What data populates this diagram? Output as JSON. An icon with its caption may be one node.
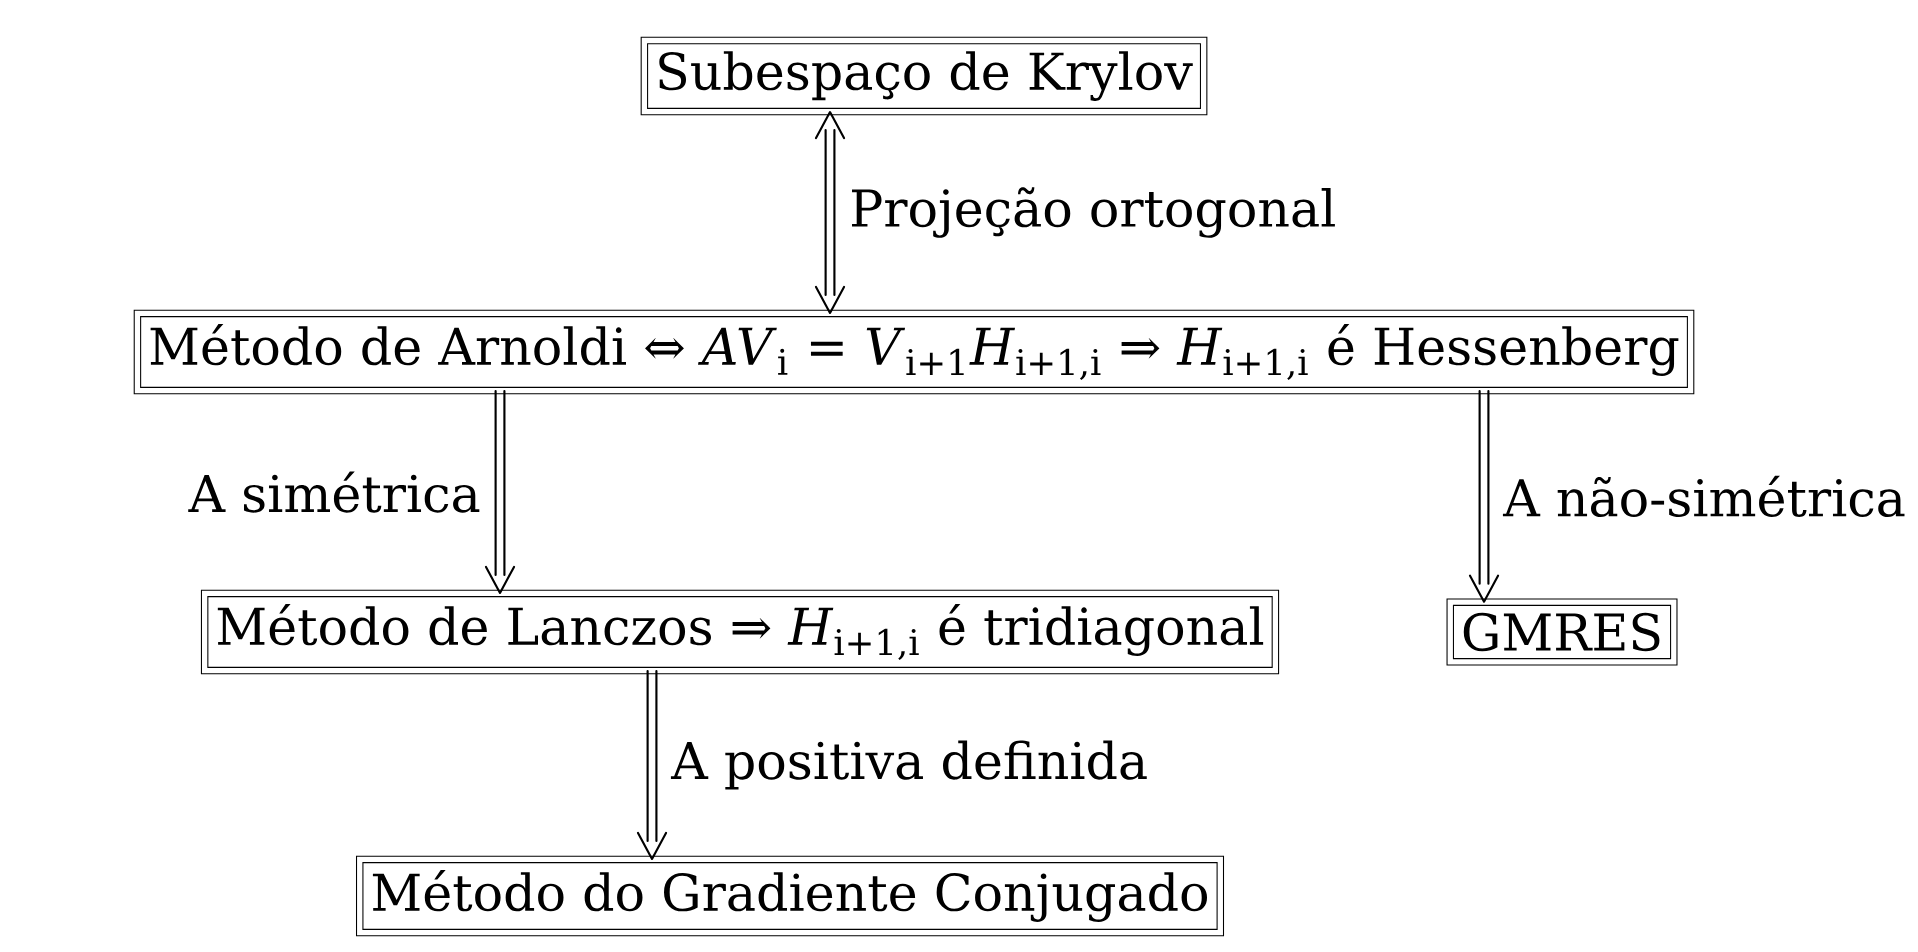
{
  "diagram": {
    "nodes": [
      {
        "text": [
          "Subespaço de Krylov"
        ]
      },
      {
        "text": [
          "Método de Arnoldi ⇔ *AV*$_{i}$ = *V*$_{i+1}$*H*$_{i+1,i}$ ⇒ *H*$_{i+1,i}$ é Hessenberg"
        ]
      },
      {
        "text": [
          "Método de Lanczos ⇒ *H*$_{i+1,i}$ é tridiagonal"
        ]
      },
      {
        "text": [
          "GMRES"
        ]
      },
      {
        "text": [
          "Método do Gradiente Conjugado"
        ]
      }
    ],
    "edges": [
      {
        "from": 0,
        "to": 1,
        "arrow": "both",
        "label": "Projeção ortogonal"
      },
      {
        "from": 1,
        "to": 2,
        "arrow": "to",
        "label": "A simétrica"
      },
      {
        "from": 1,
        "to": 3,
        "arrow": "to",
        "label": "A não-simétrica"
      },
      {
        "from": 2,
        "to": 4,
        "arrow": "to",
        "label": "A positiva definida"
      }
    ]
  }
}
